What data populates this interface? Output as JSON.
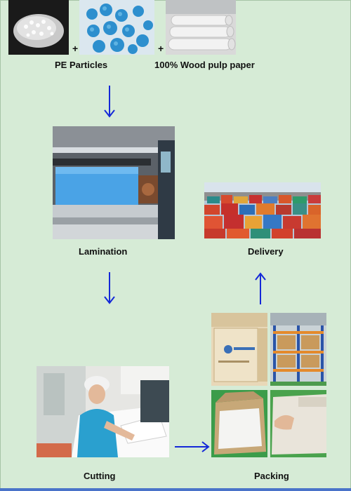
{
  "materials": {
    "pe_label": "PE Particles",
    "paper_label": "100% Wood pulp paper",
    "plus_1": "+",
    "plus_2": "+"
  },
  "steps": {
    "lamination": "Lamination",
    "cutting": "Cutting",
    "packing": "Packing",
    "delivery": "Delivery"
  },
  "colors": {
    "background": "#d6ebd6",
    "arrow": "#1428d8"
  },
  "icons": {
    "arrow_down": "arrow-down-icon",
    "arrow_right": "arrow-right-icon",
    "arrow_up": "arrow-up-icon"
  }
}
